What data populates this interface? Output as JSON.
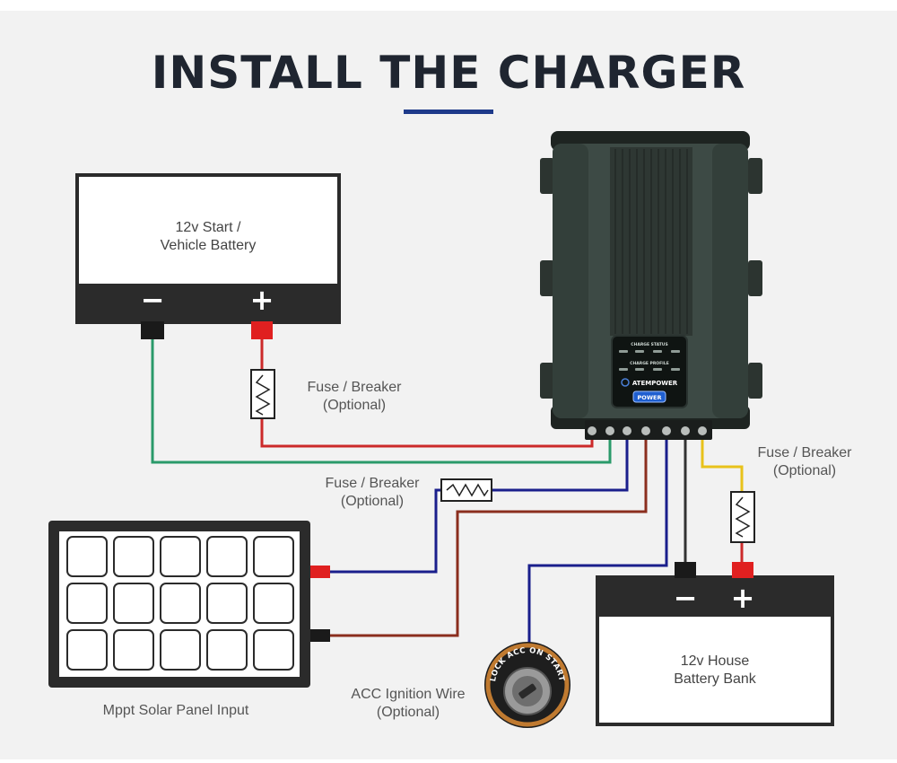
{
  "title": "INSTALL THE CHARGER",
  "start_battery": {
    "line1": "12v Start /",
    "line2": "Vehicle Battery",
    "neg": "−",
    "pos": "+"
  },
  "house_battery": {
    "line1": "12v House",
    "line2": "Battery Bank",
    "neg": "−",
    "pos": "+"
  },
  "fuse_start": {
    "line1": "Fuse / Breaker",
    "line2": "(Optional)"
  },
  "fuse_house": {
    "line1": "Fuse / Breaker",
    "line2": "(Optional)"
  },
  "fuse_solar": {
    "line1": "Fuse / Breaker",
    "line2": "(Optional)"
  },
  "solar_panel": {
    "label": "Mppt Solar Panel Input"
  },
  "acc": {
    "line1": "ACC Ignition Wire",
    "line2": "(Optional)",
    "switch_text": "LOCK ACC ON START"
  },
  "charger": {
    "brand": "ATEMPOWER",
    "power_label": "POWER",
    "charge_status": "CHARGE STATUS",
    "charge_profile": "CHARGE PROFILE"
  },
  "colors": {
    "title": "#1f2530",
    "accent": "#1e3a8a",
    "wire_red": "#cc2a2a",
    "wire_green": "#2a9a6a",
    "wire_navy": "#1a1f8c",
    "wire_brown": "#8b2e1e",
    "wire_yellow": "#e8c21a",
    "terminal_red": "#e02020",
    "battery_dark": "#2b2b2b",
    "charger_body": "#3d4a45"
  }
}
